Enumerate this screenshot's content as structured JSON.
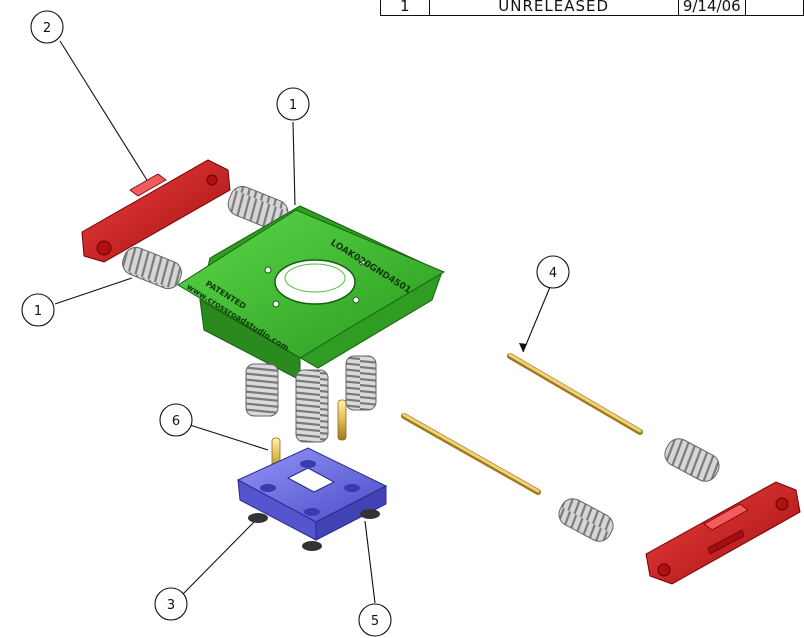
{
  "revision_table": {
    "rev": "1",
    "description": "UNRELEASED",
    "date": "9/14/06"
  },
  "balloons": {
    "b_top_left": "2",
    "b_top_center": "1",
    "b_left": "1",
    "b_right": "4",
    "b_mid_left": "6",
    "b_bottom_left": "3",
    "b_bottom_center": "5"
  },
  "part_text": {
    "plate_line1": "LOAK020GND4501",
    "plate_line2": "PATENTED",
    "plate_line3": "www.crossroadstudio.com"
  },
  "colors": {
    "plate_green": "#3fbf2a",
    "arm_red": "#d81e1e",
    "base_blue": "#6e6fe8",
    "pin_gold": "#e8c85a",
    "spring_gray": "#b8b8b8"
  }
}
